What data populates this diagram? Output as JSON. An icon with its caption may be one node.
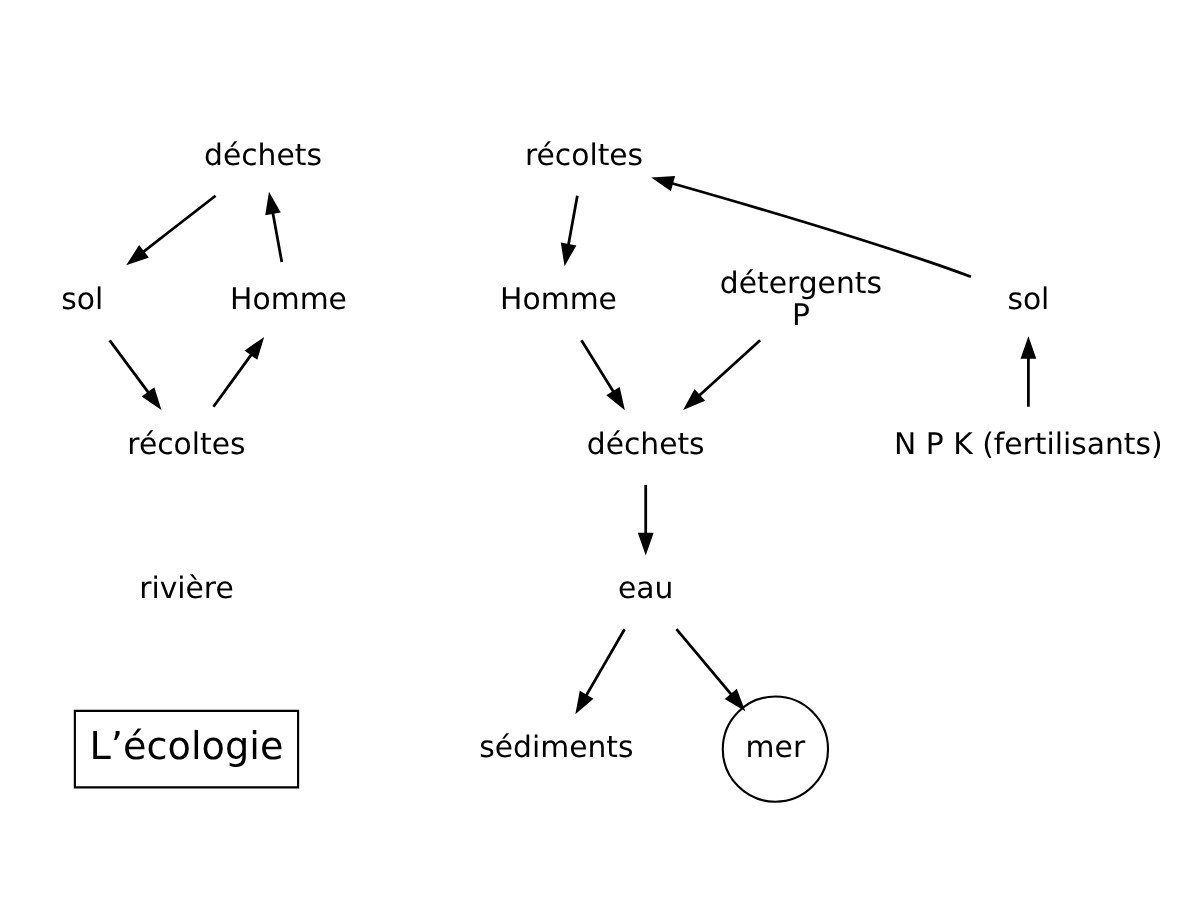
{
  "diagram": {
    "nodes": [
      {
        "text": [
          "déchets"
        ]
      },
      {
        "text": [
          "sol"
        ]
      },
      {
        "text": [
          "récoltes"
        ]
      },
      {
        "text": [
          "Homme"
        ]
      },
      {
        "text": [
          "L’écologie"
        ]
      },
      {
        "text": [
          "récoltes"
        ]
      },
      {
        "text": [
          "sol"
        ]
      },
      {
        "text": [
          "détergents",
          "P"
        ]
      },
      {
        "text": [
          "Homme"
        ]
      },
      {
        "text": [
          "N P K (fertilisants)"
        ]
      },
      {
        "text": [
          "déchets"
        ]
      },
      {
        "text": [
          "eau"
        ]
      },
      {
        "text": [
          "sédiments"
        ]
      },
      {
        "text": [
          "mer"
        ]
      }
    ],
    "edges": [
      {
        "from": 0,
        "to": 1,
        "arrow": "to"
      },
      {
        "from": 1,
        "to": 2,
        "arrow": "to"
      },
      {
        "from": 2,
        "to": 3,
        "arrow": "to"
      },
      {
        "from": 3,
        "to": 0,
        "arrow": "to"
      },
      {
        "from": 9,
        "to": 6,
        "arrow": "to"
      },
      {
        "from": 6,
        "to": 5,
        "arrow": "to"
      },
      {
        "from": 5,
        "to": 8,
        "arrow": "to"
      },
      {
        "from": 8,
        "to": 10,
        "arrow": "to"
      },
      {
        "from": 7,
        "to": 10,
        "arrow": "to"
      },
      {
        "from": 10,
        "to": 11,
        "arrow": "to"
      },
      {
        "from": 11,
        "to": 12,
        "arrow": "to"
      },
      {
        "from": 11,
        "to": 13,
        "arrow": "to"
      }
    ],
    "labels": [
      "rivière"
    ]
  }
}
